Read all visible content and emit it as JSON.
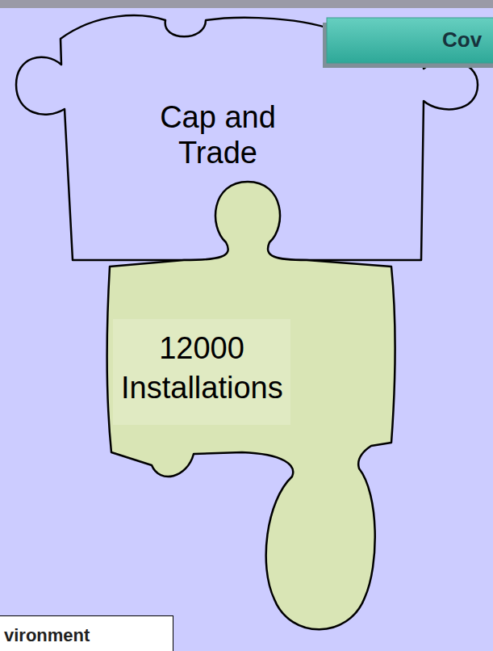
{
  "diagram": {
    "nodes": [
      {
        "text": [
          "Cap and Trade"
        ]
      },
      {
        "text": [
          "Cov"
        ]
      },
      {
        "text": [
          "12000 Installations"
        ]
      },
      {
        "text": [
          "vironment"
        ]
      }
    ]
  }
}
